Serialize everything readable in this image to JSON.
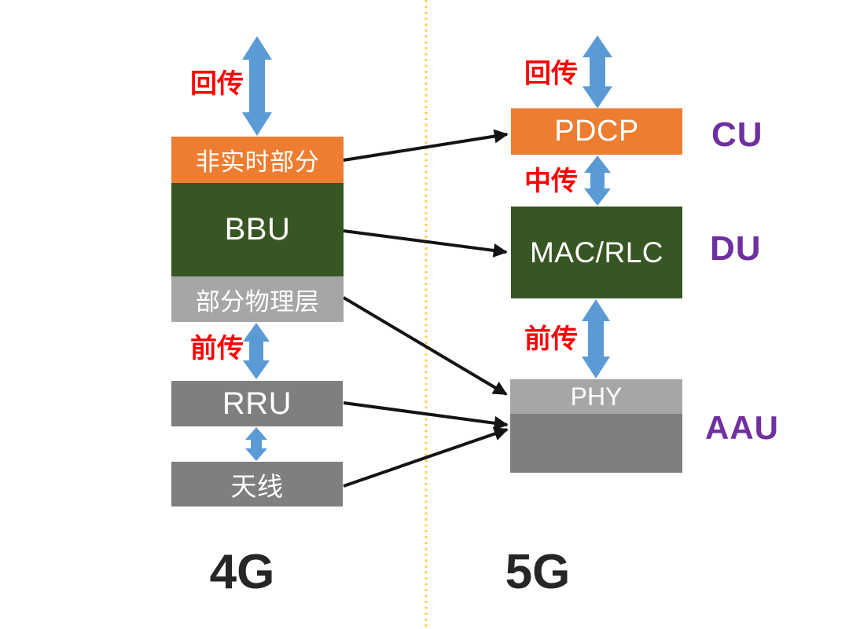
{
  "left_column": {
    "generation_label": "4G",
    "backhaul_label": "回传",
    "fronthaul_label": "前传",
    "non_realtime_box": "非实时部分",
    "bbu_box": "BBU",
    "partial_phy_box": "部分物理层",
    "rru_box": "RRU",
    "antenna_box": "天线"
  },
  "right_column": {
    "generation_label": "5G",
    "backhaul_label": "回传",
    "midhaul_label": "中传",
    "fronthaul_label": "前传",
    "pdcp_box": "PDCP",
    "mac_rlc_box": "MAC/RLC",
    "phy_box": "PHY",
    "cu_label": "CU",
    "du_label": "DU",
    "aau_label": "AAU"
  },
  "colors": {
    "box_orange": "#ED7D31",
    "box_dark_green": "#375623",
    "box_light_gray": "#A6A6A6",
    "box_mid_gray": "#7F7F7F",
    "arrow_blue": "#5B9BD5",
    "label_red": "#FF0000",
    "unit_purple": "#7030A0",
    "connector_black": "#141414",
    "divider_gold": "#FFCF4E",
    "generation_text": "#262626"
  }
}
